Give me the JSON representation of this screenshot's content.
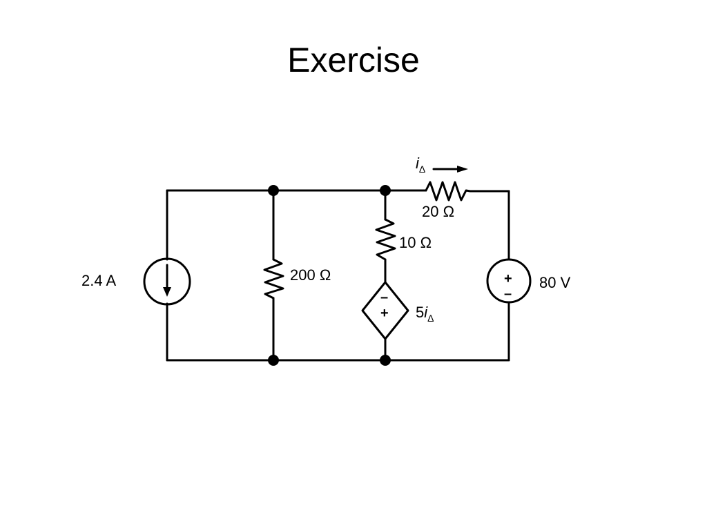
{
  "slide": {
    "title": "Exercise"
  },
  "circuit": {
    "current_source": {
      "label": "2.4 A"
    },
    "resistor_200": {
      "label": "200 Ω"
    },
    "resistor_10": {
      "label": "10 Ω"
    },
    "resistor_20": {
      "label": "20 Ω"
    },
    "voltage_source": {
      "label": "80 V",
      "plus": "+",
      "minus": "–"
    },
    "dependent_source": {
      "coefficient": "5",
      "variable": "i",
      "subscript": "Δ",
      "plus": "+",
      "minus": "–"
    },
    "current_indicator": {
      "variable": "i",
      "subscript": "Δ"
    }
  }
}
